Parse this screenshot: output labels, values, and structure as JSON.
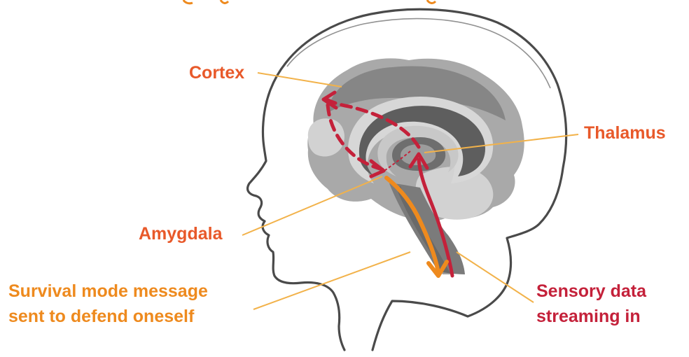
{
  "labels": {
    "cortex": "Cortex",
    "thalamus": "Thalamus",
    "amygdala": "Amygdala",
    "survival_line1": "Survival mode message",
    "survival_line2": "sent to defend oneself",
    "sensory_line1": "Sensory data",
    "sensory_line2": "streaming in"
  },
  "colors": {
    "label_orange_red": "#E8592A",
    "label_orange": "#EE8A1E",
    "label_crimson": "#C4213A",
    "leader_line": "#F2B24A",
    "arrow_red": "#C4213A",
    "arrow_orange": "#EE8A1E",
    "head_outline": "#4A4A4A",
    "brain_light": "#D2D2D2",
    "brain_mid": "#A9A9A9",
    "brain_dark": "#7B7B7B",
    "brain_darkest": "#5E5E5E"
  }
}
